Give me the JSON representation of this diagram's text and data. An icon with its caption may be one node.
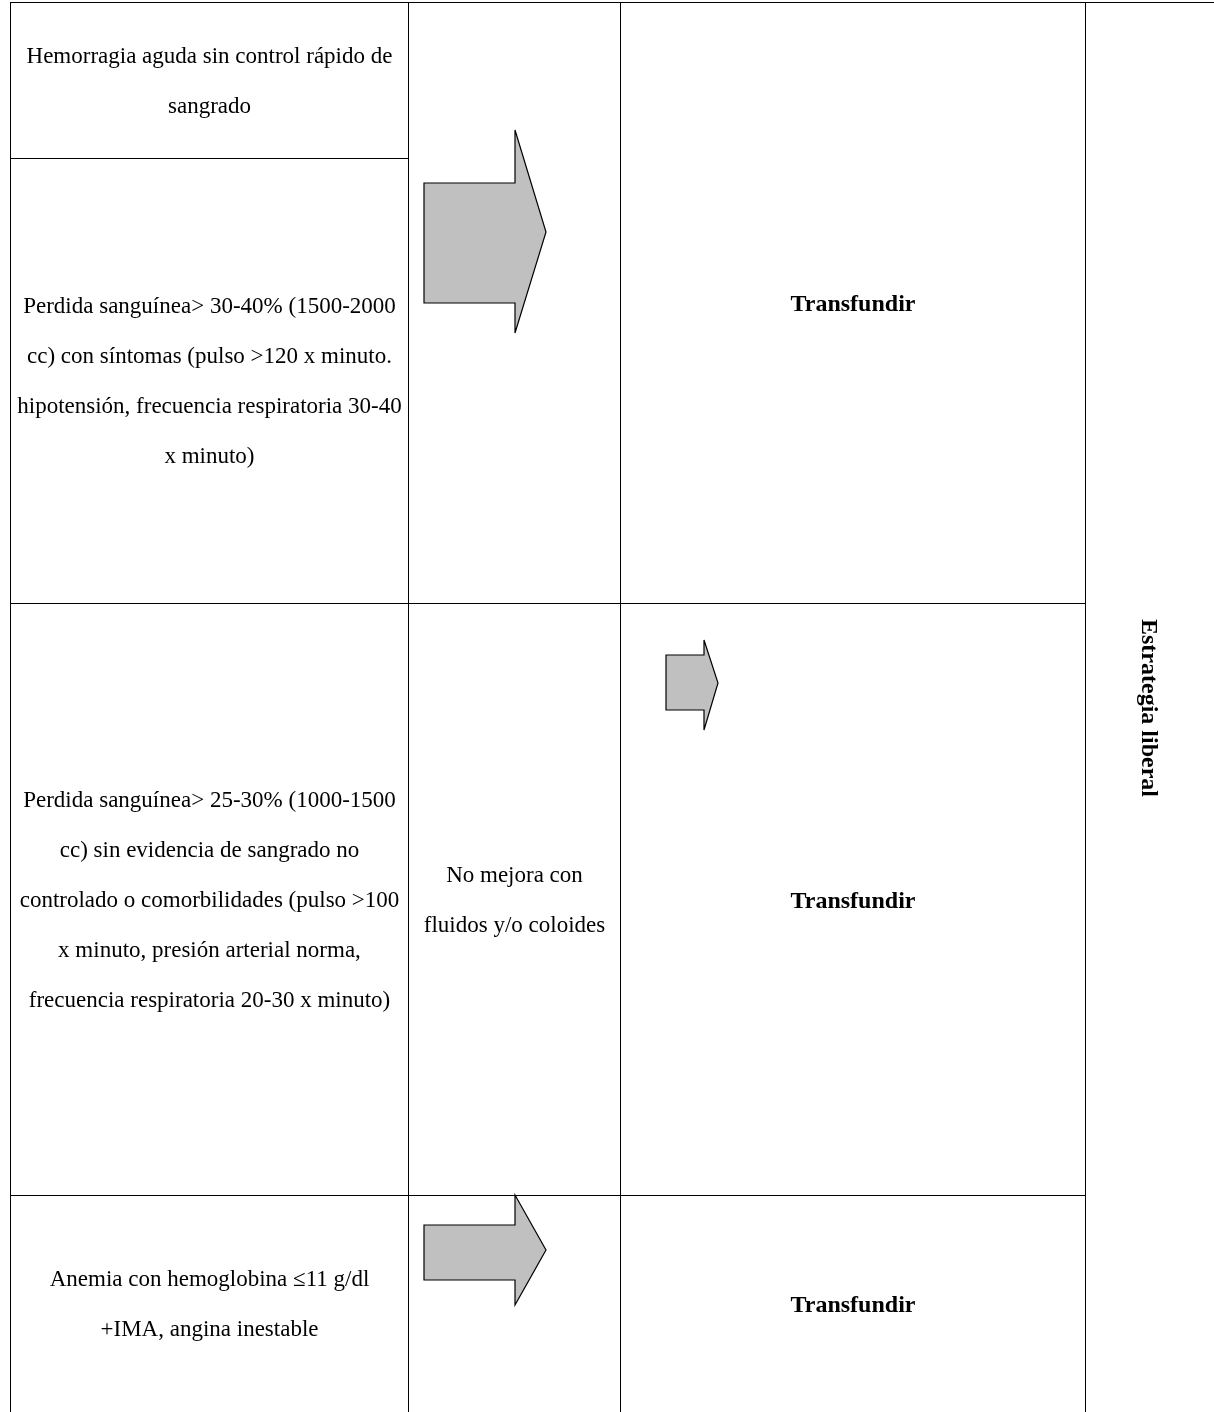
{
  "diagram": {
    "nodes": [
      {
        "text": [
          "Hemorragia aguda sin control rápido de sangrado"
        ]
      },
      {
        "text": [
          "Perdida sanguínea> 30-40% (1500-2000 cc) con síntomas (pulso >120 x minuto. hipotensión, frecuencia respiratoria 30-40 x minuto)"
        ]
      },
      {
        "text": [
          "Transfundir"
        ]
      },
      {
        "text": [
          "Perdida sanguínea> 25-30% (1000-1500 cc) sin evidencia de sangrado no controlado o comorbilidades (pulso >100 x minuto, presión arterial norma, frecuencia respiratoria 20-30 x minuto)"
        ]
      },
      {
        "text": [
          "No mejora con fluidos y/o coloides"
        ]
      },
      {
        "text": [
          "Transfundir"
        ]
      },
      {
        "text": [
          "Anemia con hemoglobina ≤11 g/dl +IMA, angina inestable"
        ]
      },
      {
        "text": [
          "Transfundir"
        ]
      },
      {
        "text": [
          "Estrategia liberal"
        ]
      }
    ],
    "edges": [
      {
        "from": 1,
        "to": 2,
        "arrow": "to"
      },
      {
        "from": 4,
        "to": 5,
        "arrow": "to"
      },
      {
        "from": 6,
        "to": 7,
        "arrow": "to"
      }
    ]
  }
}
